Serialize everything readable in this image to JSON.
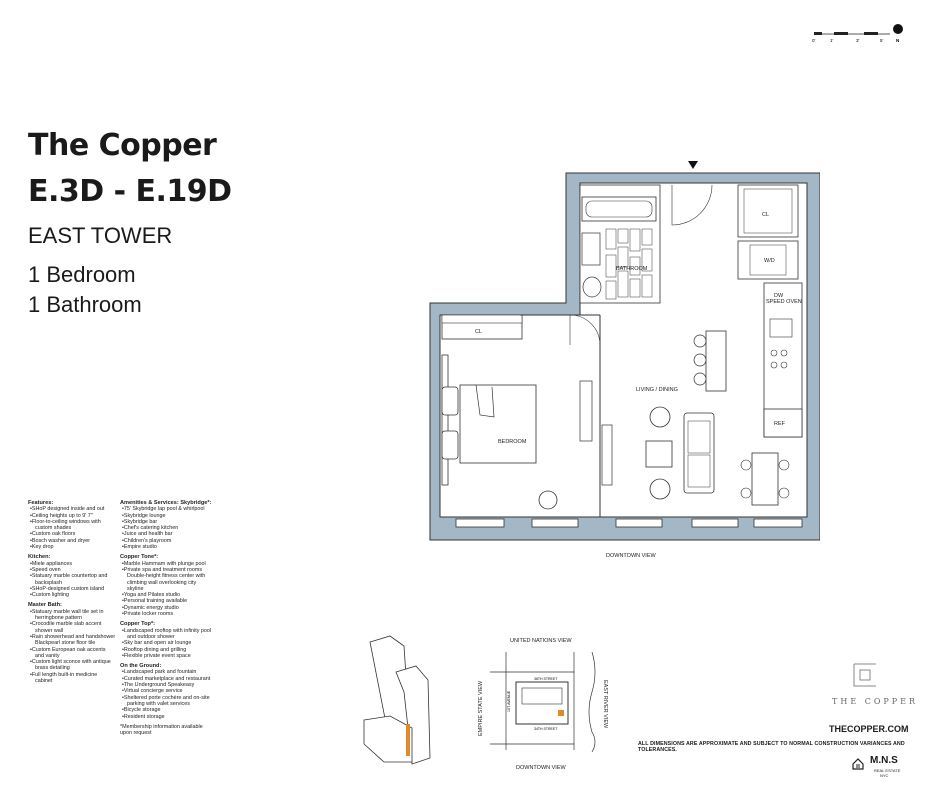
{
  "header": {
    "building": "The Copper",
    "units": "E.3D - E.19D",
    "tower": "EAST TOWER",
    "bedrooms": "1 Bedroom",
    "bathrooms": "1 Bathroom"
  },
  "scale": {
    "labels": [
      "0'",
      "1'",
      "3'",
      "5'"
    ],
    "north": "N"
  },
  "rooms": {
    "living": "LIVING / DINING",
    "bedroom": "BEDROOM",
    "bathroom": "BATHROOM",
    "cl1": "CL",
    "cl2": "CL",
    "wd": "W/D",
    "dw": "DW",
    "speed_oven": "SPEED OVEN",
    "ref": "REF",
    "view": "DOWNTOWN VIEW"
  },
  "amenities_left": [
    {
      "heading": "Features:",
      "items": [
        "SHoP designed inside and out",
        "Ceiling heights up to 9' 7\"",
        "Floor-to-ceiling windows with custom shades",
        "Custom oak floors",
        "Bosch washer and dryer",
        "Key drop"
      ]
    },
    {
      "heading": "Kitchen:",
      "items": [
        "Miele appliances",
        "Speed oven",
        "Statuary marble countertop and backsplash",
        "SHoP-designed custom island",
        "Custom lighting"
      ]
    },
    {
      "heading": "Master Bath:",
      "items": [
        "Statuary marble wall tile set in herringbone pattern",
        "Crocodile marble slab accent shower wall",
        "Rain showerhead and handshower Blackpearl stone floor tile",
        "Custom European oak accents and vanity",
        "Custom light sconce with antique brass detailing",
        "Full length built-in medicine cabinet"
      ]
    }
  ],
  "amenities_right": [
    {
      "heading": "Amenities & Services: Skybridge*:",
      "items": [
        "75' Skybridge lap pool & whirlpool",
        "Skybridge lounge",
        "Skybridge bar",
        "Chef's catering kitchen",
        "Juice and health bar",
        "Children's playroom",
        "Empire studio"
      ]
    },
    {
      "heading": "Copper Tone*:",
      "items": [
        "Marble Hammam with plunge pool",
        "Private spa and treatment rooms Double-height fitness center with climbing wall overlooking city skyline",
        "Yoga and Pilates studio",
        "Personal training available",
        "Dynamic energy studio",
        "Private locker rooms"
      ]
    },
    {
      "heading": "Copper Top*:",
      "items": [
        "Landscaped rooftop with infinity pool and outdoor shower",
        "Sky bar and open air lounge",
        "Rooftop dining and grilling",
        "Flexible private event space"
      ]
    },
    {
      "heading": "On the Ground:",
      "items": [
        "Landscaped park and fountain",
        "Curated marketplace and restaurant",
        "The Underground Speakeasy",
        "Virtual concierge service",
        "Sheltered porte cochère and on-site parking with valet services",
        "Bicycle storage",
        "Resident storage"
      ]
    }
  ],
  "footnote": "*Membership information available upon request",
  "map": {
    "top": "UNITED NATIONS VIEW",
    "bottom": "DOWNTOWN VIEW",
    "left": "EMPIRE STATE VIEW",
    "right": "EAST RIVER VIEW",
    "street1": "36TH STREET",
    "street2": "34TH STREET",
    "avenue": "1ST AVENUE"
  },
  "brand": {
    "logo_text": "THE COPPER",
    "website": "THECOPPER.COM",
    "disclaimer": "ALL DIMENSIONS ARE APPROXIMATE AND SUBJECT TO NORMAL CONSTRUCTION VARIANCES AND TOLERANCES.",
    "broker": "M.N.S",
    "broker_sub": "REAL ESTATE",
    "broker_city": "NYC"
  },
  "colors": {
    "wall": "#a3b7c6",
    "line": "#333333",
    "accent": "#e08a2b"
  }
}
